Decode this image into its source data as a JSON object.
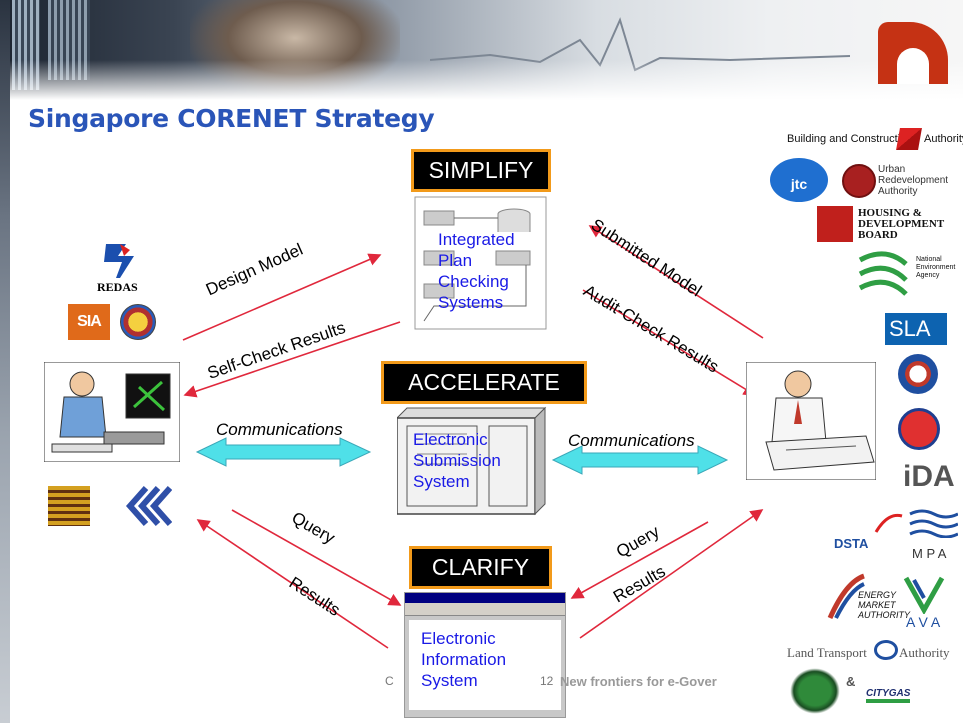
{
  "title": "Singapore CORENET Strategy",
  "stages": {
    "simplify": "SIMPLIFY",
    "accelerate": "ACCELERATE",
    "clarify": "CLARIFY"
  },
  "systems": {
    "plan_checking": "Integrated Plan Checking Systems",
    "plan_checking_lines": [
      "Integrated",
      "Plan",
      "Checking",
      "Systems"
    ],
    "submission_lines": [
      "Electronic",
      "Submission",
      "System"
    ],
    "information_lines": [
      "Electronic",
      "Information",
      "System"
    ]
  },
  "flows": {
    "design_model": "Design Model",
    "self_check": "Self-Check Results",
    "submitted_model": "Submitted Model",
    "audit_check": "Audit-Check Results",
    "communications_left": "Communications",
    "communications_right": "Communications",
    "query_left": "Query",
    "results_left": "Results",
    "query_right": "Query",
    "results_right": "Results"
  },
  "left_logos": {
    "redas": "REDAS",
    "sia": "SIA"
  },
  "agencies": {
    "bca_left": "Building and Construction",
    "bca_right": "Authority",
    "jtc": "jtc",
    "ura_lines": [
      "Urban",
      "Redevelopment",
      "Authority"
    ],
    "hdb_lines": [
      "HOUSING &",
      "DEVELOPMENT",
      "BOARD"
    ],
    "nea_lines": [
      "National",
      "Environment",
      "Agency"
    ],
    "sla": "SLA",
    "ida": "iDA",
    "dsta": "DSTA",
    "mpa": "M P A",
    "ema_lines": [
      "ENERGY",
      "MARKET",
      "AUTHORITY"
    ],
    "ava": "A V A",
    "lta_left": "Land Transport",
    "lta_right": "Authority",
    "citygas": "CITYGAS"
  },
  "footer": {
    "copyright": "C",
    "page_suffix": "12",
    "tagline": "New frontiers for e-Gover",
    "amp": "&"
  },
  "colors": {
    "title": "#2a55b8",
    "stage_border": "#f29a1a",
    "arrow_red": "#e0283c",
    "double_arrow": "#4fe0e8",
    "system_text": "#1a1ae6",
    "logo_n": "#c53214"
  }
}
